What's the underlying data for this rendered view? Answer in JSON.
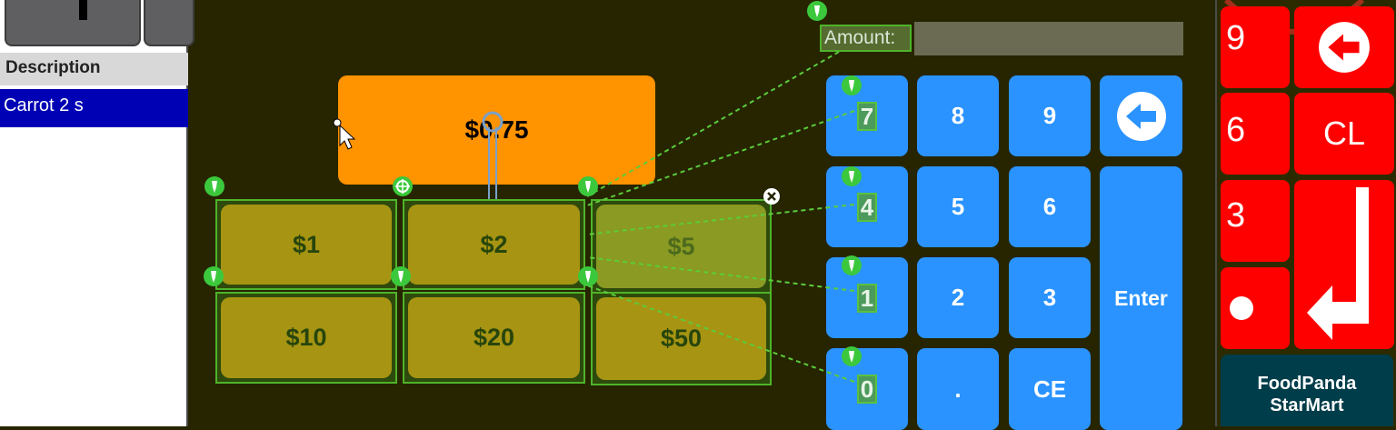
{
  "left_panel": {
    "description_header": "Description",
    "selected_item": "Carrot 2 s"
  },
  "amount_display": "$0.75",
  "cash_buttons": [
    "$1",
    "$2",
    "$5",
    "$10",
    "$20",
    "$50"
  ],
  "amount_field": {
    "label": "Amount:",
    "value": ""
  },
  "numpad": {
    "keys": [
      "7",
      "8",
      "9",
      "4",
      "5",
      "6",
      "1",
      "2",
      "3",
      "0",
      ".",
      "CE"
    ],
    "enter_label": "Enter",
    "backspace_icon": "back-arrow-icon"
  },
  "right_panel": {
    "keys": [
      "9",
      "6",
      "3"
    ],
    "clear_label": "CL",
    "store_name": "FoodPanda StarMart"
  },
  "colors": {
    "background": "#262500",
    "display_orange": "#ff9300",
    "numpad_blue": "#2a93ff",
    "cash_olive": "#a69412",
    "selection_green": "#4fb32a",
    "right_red": "#ff0000",
    "store_teal": "#003d4a",
    "list_selection": "#0000b4"
  }
}
